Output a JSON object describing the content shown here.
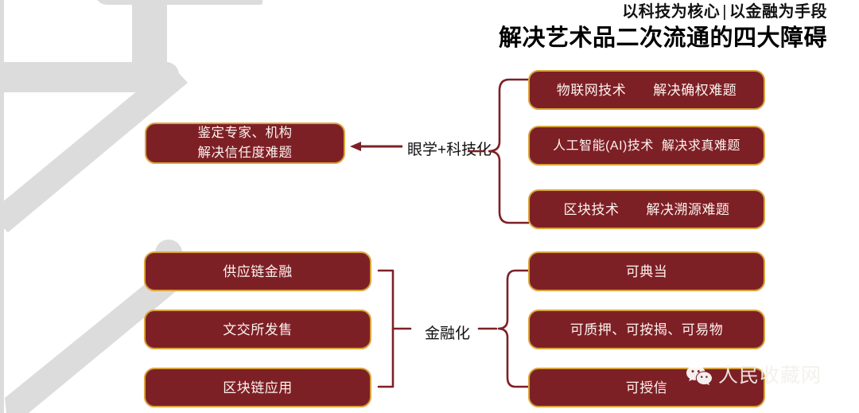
{
  "header": {
    "subtitle_left": "以科技为核心",
    "subtitle_divider": "|",
    "subtitle_right": "以金融为手段",
    "title": "解决艺术品二次流通的四大障碍"
  },
  "colors": {
    "box_fill": "#7d2026",
    "box_border": "#d9a43c",
    "box_text": "#fdf2ee",
    "connector": "#7d2026",
    "watermark_gray": "#dcdcdc",
    "title_text": "#000000"
  },
  "tech_group": {
    "label": "眼学+科技化",
    "arrow": "left-arrow-icon",
    "source_box": {
      "line1": "鉴定专家、机构",
      "line2": "解决信任度难题"
    },
    "items": [
      {
        "tech": "物联网技术",
        "solves": "解决确权难题"
      },
      {
        "tech": "人工智能(AI)技术",
        "solves": "解决求真难题"
      },
      {
        "tech": "区块技术",
        "solves": "解决溯源难题"
      }
    ]
  },
  "finance_group": {
    "label": "金融化",
    "left_items": [
      "供应链金融",
      "文交所发售",
      "区块链应用"
    ],
    "right_items": [
      "可典当",
      "可质押、可按揭、可易物",
      "可授信"
    ]
  },
  "watermark": {
    "logo": "wechat-icon",
    "text": "人民收藏网"
  }
}
